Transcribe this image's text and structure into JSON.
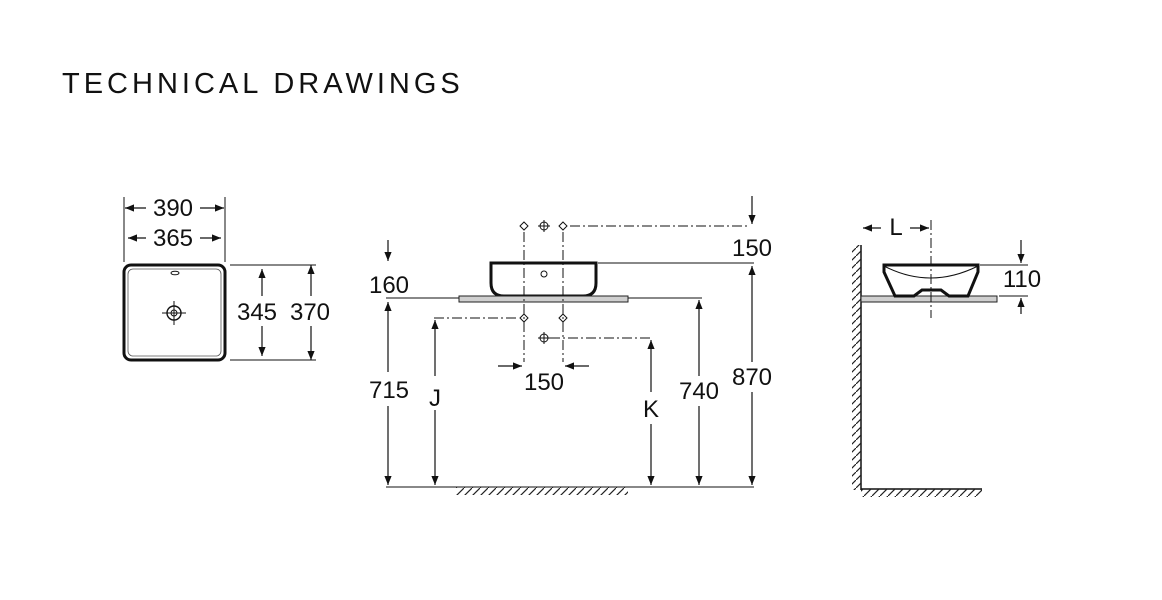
{
  "page": {
    "title": "TECHNICAL DRAWINGS"
  },
  "top_view": {
    "width_outer": "390",
    "width_inner": "365",
    "depth_inner": "345",
    "depth_outer": "370"
  },
  "front_view": {
    "basin_height_label": "160",
    "tap_height_label": "150",
    "waste_spacing_label": "150",
    "counter_height": "715",
    "label_j": "J",
    "label_k": "K",
    "rim_height": "740",
    "tap_total_height": "870"
  },
  "side_view": {
    "label_l": "L",
    "basin_height": "110"
  }
}
